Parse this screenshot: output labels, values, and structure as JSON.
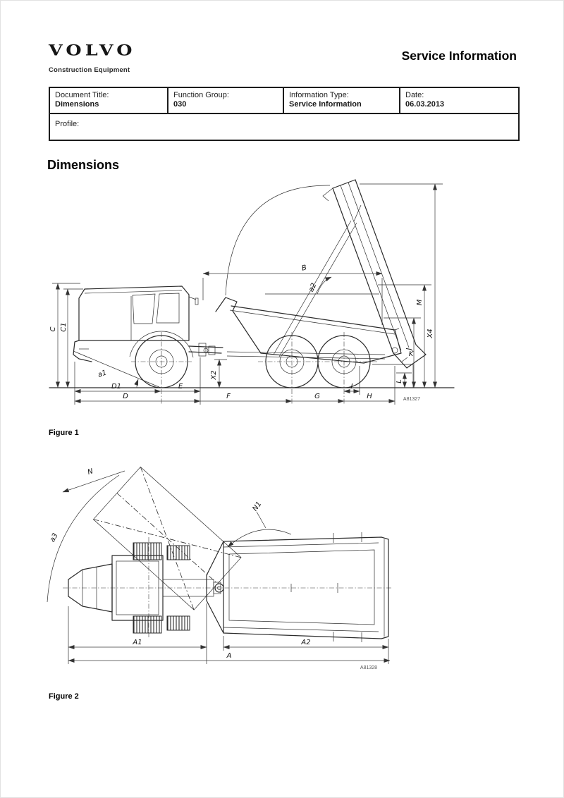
{
  "header": {
    "logo": "VOLVO",
    "sub": "Construction Equipment",
    "title": "Service Information"
  },
  "table": {
    "doc_title_label": "Document Title:",
    "doc_title_value": "Dimensions",
    "func_group_label": "Function Group:",
    "func_group_value": "030",
    "info_type_label": "Information Type:",
    "info_type_value": "Service Information",
    "date_label": "Date:",
    "date_value": "06.03.2013",
    "profile_label": "Profile:"
  },
  "section": {
    "title": "Dimensions"
  },
  "fig1": {
    "caption": "Figure 1",
    "code": "A81327",
    "labels": {
      "b": "B",
      "m": "M",
      "x4": "X4",
      "c": "C",
      "c1": "C1",
      "a1": "a1",
      "a2": "a2",
      "x2": "X2",
      "d1": "D1",
      "d": "D",
      "e": "E",
      "f": "F",
      "g": "G",
      "h": "H",
      "i": "I",
      "j": "J",
      "k": "K",
      "l": "L"
    }
  },
  "fig2": {
    "caption": "Figure 2",
    "code": "A81328",
    "labels": {
      "n": "N",
      "n1": "N1",
      "a3": "a3",
      "a1": "A1",
      "a2": "A2",
      "a": "A"
    }
  }
}
